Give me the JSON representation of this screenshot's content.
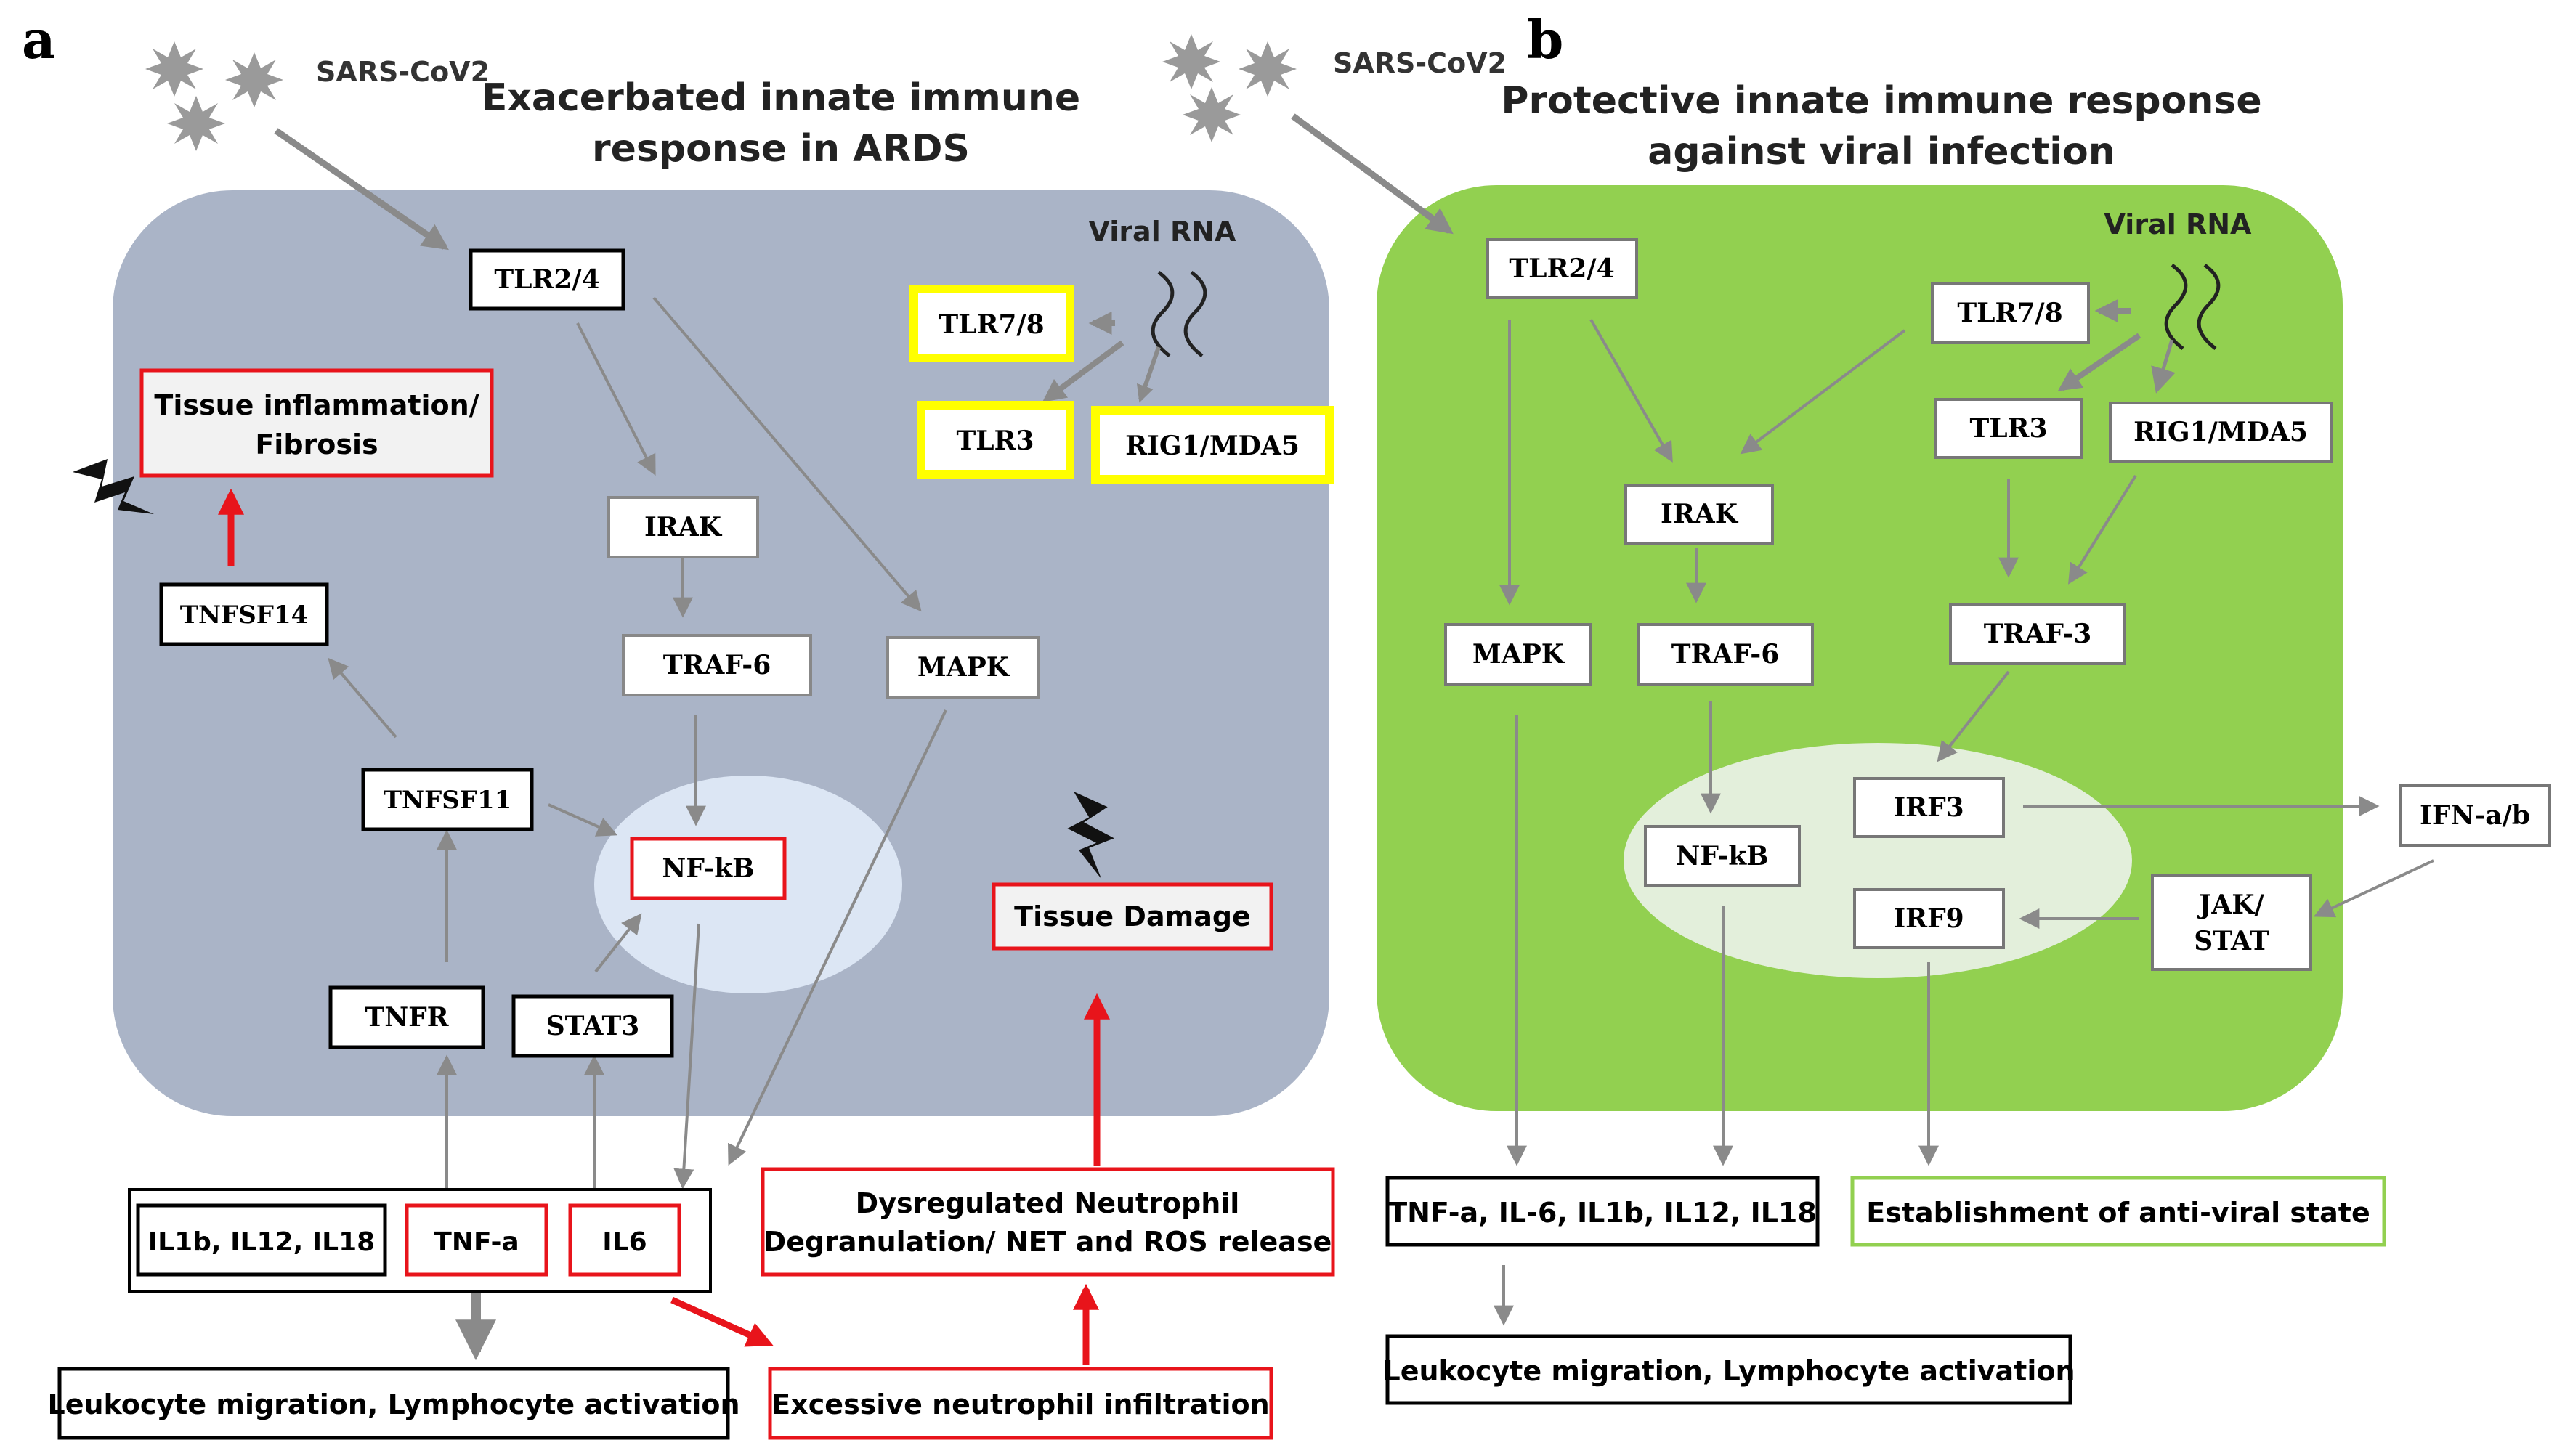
{
  "colors": {
    "cell_a": "#aab4c7",
    "cell_b": "#92d050",
    "nucleus_a": "#dce6f4",
    "nucleus_b": "#e3efdb",
    "red": "#e8141b",
    "yellow": "#ffff00",
    "green_box": "#92d050",
    "arrow_gray": "#8a8a8a",
    "box_black": "#000000"
  },
  "panel_a": {
    "label": "a",
    "virus": "SARS-CoV2",
    "title_line1": "Exacerbated innate immune",
    "title_line2": "response in ARDS",
    "viral_rna": "Viral RNA",
    "nodes": {
      "tlr24": "TLR2/4",
      "tlr78": "TLR7/8",
      "tlr3": "TLR3",
      "rig1": "RIG1/MDA5",
      "irak": "IRAK",
      "traf6": "TRAF-6",
      "mapk": "MAPK",
      "nfkb": "NF-kB",
      "tnfsf11": "TNFSF11",
      "tnfsf14": "TNFSF14",
      "tnfr": "TNFR",
      "stat3": "STAT3",
      "tissue_infl_1": "Tissue inflammation/",
      "tissue_infl_2": "Fibrosis",
      "tissue_damage": "Tissue Damage",
      "il_group": "IL1b, IL12, IL18",
      "tnfa": "TNF-a",
      "il6": "IL6",
      "dysreg_1": "Dysregulated Neutrophil",
      "dysreg_2": "Degranulation/ NET and ROS release",
      "leuko": "Leukocyte migration, Lymphocyte activation",
      "excess": "Excessive neutrophil infiltration"
    }
  },
  "panel_b": {
    "label": "b",
    "virus": "SARS-CoV2",
    "title_line1": "Protective innate immune response",
    "title_line2": "against viral infection",
    "viral_rna": "Viral RNA",
    "nodes": {
      "tlr24": "TLR2/4",
      "tlr78": "TLR7/8",
      "tlr3": "TLR3",
      "rig1": "RIG1/MDA5",
      "irak": "IRAK",
      "traf6": "TRAF-6",
      "traf3": "TRAF-3",
      "mapk": "MAPK",
      "nfkb": "NF-kB",
      "irf3": "IRF3",
      "irf9": "IRF9",
      "jak_1": "JAK/",
      "jak_2": "STAT",
      "ifn": "IFN-a/b",
      "cytokines": "TNF-a, IL-6, IL1b, IL12, IL18",
      "antiviral": "Establishment of anti-viral state",
      "leuko": "Leukocyte migration, Lymphocyte activation"
    }
  }
}
